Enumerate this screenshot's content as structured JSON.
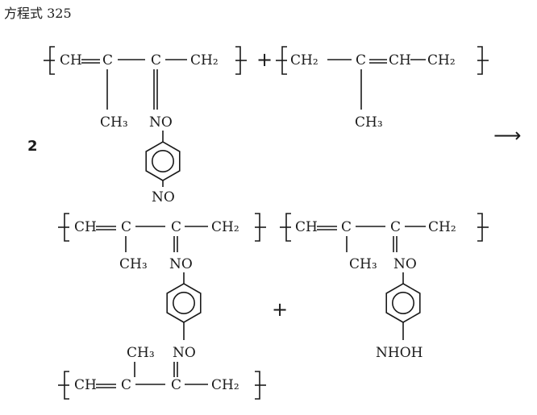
{
  "title": "方程式 325",
  "coefficient": "2",
  "plus": "+",
  "arrow": "⟶",
  "groups": {
    "ch": "CH",
    "c": "C",
    "ch2": "CH₂",
    "ch3": "CH₃",
    "no": "NO",
    "nhoh": "NHOH"
  }
}
